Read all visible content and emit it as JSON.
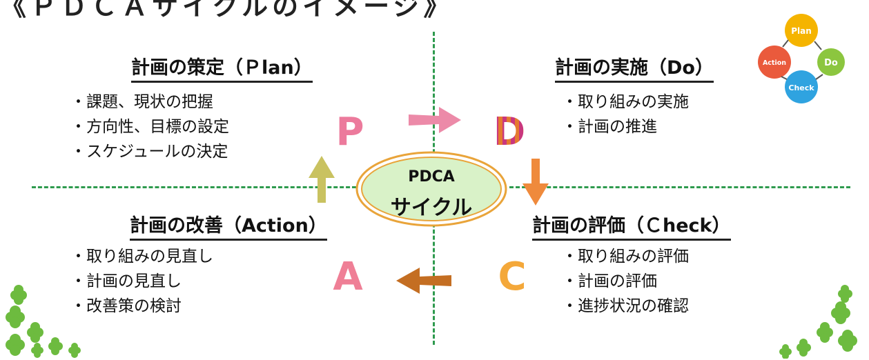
{
  "title": "《ＰＤＣＡサイクルのイメージ》",
  "center": {
    "line1": "PDCA",
    "line2": "サイクル"
  },
  "quadrants": {
    "plan": {
      "heading": "計画の策定（Ｐlan）",
      "items": [
        "・課題、現状の把握",
        "・方向性、目標の設定",
        "・スケジュールの決定"
      ]
    },
    "do": {
      "heading": "計画の実施（Do）",
      "items": [
        "・取り組みの実施",
        "・計画の推進"
      ]
    },
    "check": {
      "heading": "計画の評価（Ｃheck）",
      "items": [
        "・取り組みの評価",
        "・計画の評価",
        "・進捗状況の確認"
      ]
    },
    "action": {
      "heading": "計画の改善（Action）",
      "items": [
        "・取り組みの見直し",
        "・計画の見直し",
        "・改善策の検討"
      ]
    }
  },
  "letters": {
    "p": "P",
    "d": "D",
    "c": "C",
    "a": "A"
  },
  "badge": {
    "plan": "Plan",
    "do": "Do",
    "check": "Check",
    "action": "Action"
  },
  "colors": {
    "guide_line": "#2e9a4e",
    "ellipse_fill": "#d9f2c8",
    "ellipse_ring": "#e9a43a",
    "arrow_pink": "#ec8aa8",
    "arrow_orange": "#ef8a3c",
    "arrow_brown": "#c46e22",
    "arrow_olive": "#c9c260",
    "badge_plan": "#f5b400",
    "badge_do": "#8cc63f",
    "badge_check": "#2fa3e0",
    "badge_action": "#ea5a3c",
    "clover": "#6dbb3f"
  }
}
